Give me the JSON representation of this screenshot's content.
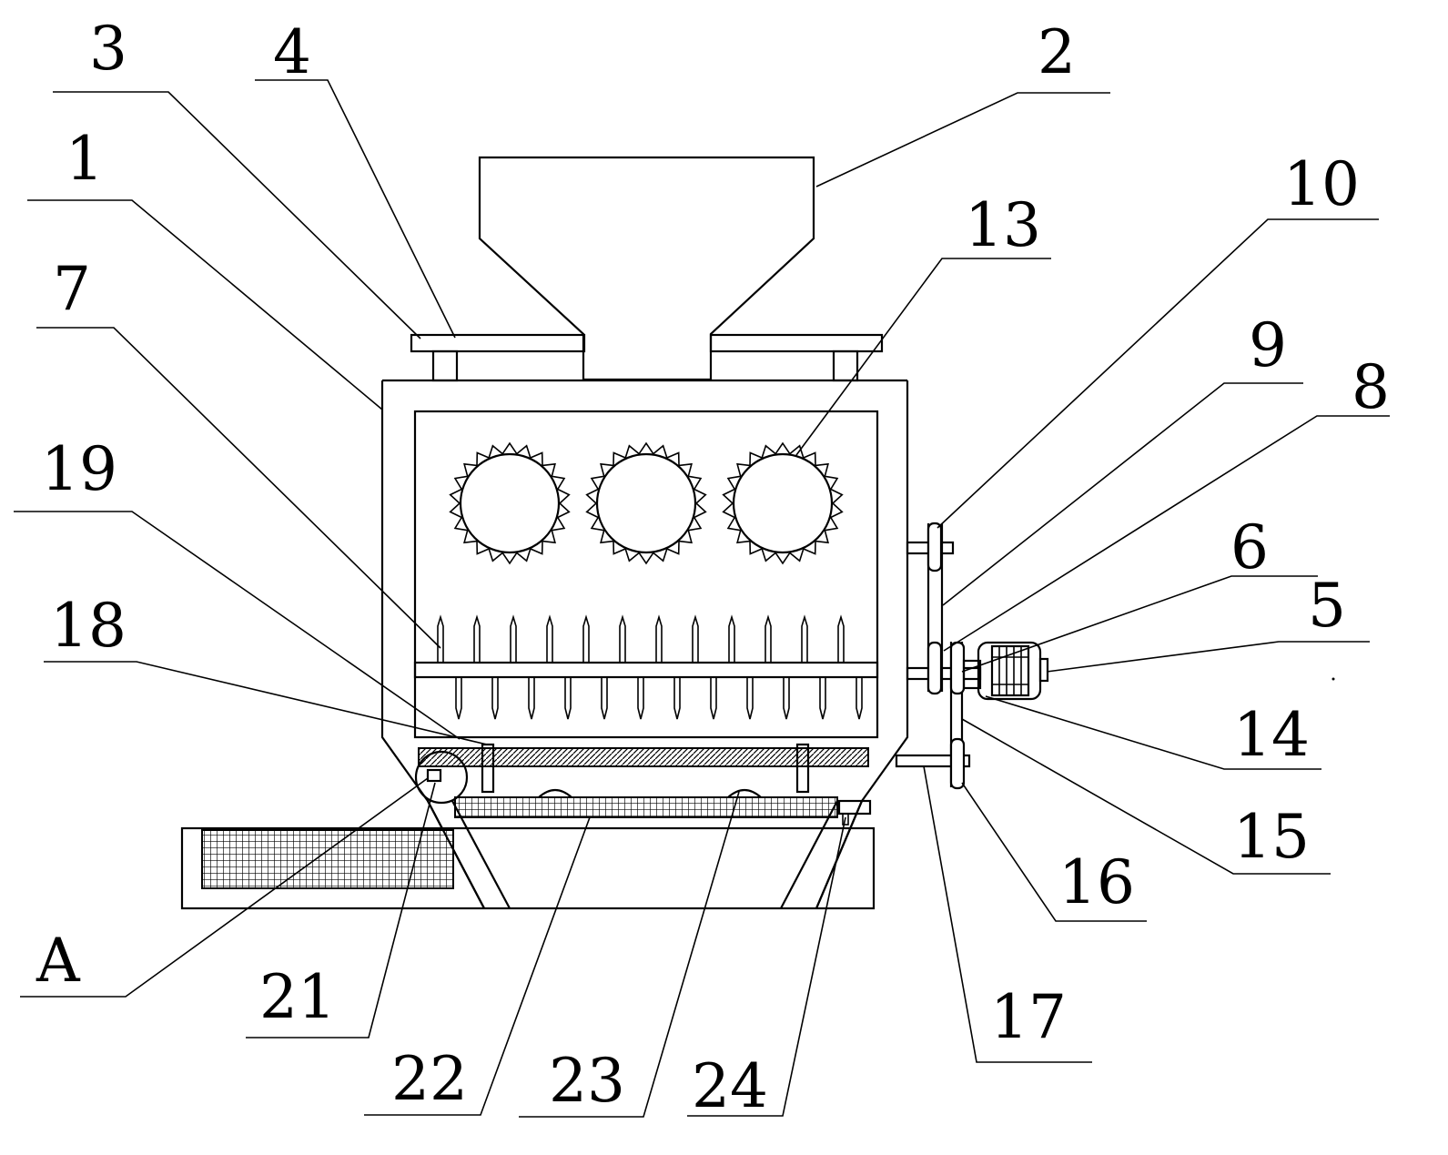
{
  "labels": [
    {
      "id": "2",
      "text": "2"
    },
    {
      "id": "3",
      "text": "3"
    },
    {
      "id": "4",
      "text": "4"
    },
    {
      "id": "1",
      "text": "1"
    },
    {
      "id": "7",
      "text": "7"
    },
    {
      "id": "19",
      "text": "19"
    },
    {
      "id": "18",
      "text": "18"
    },
    {
      "id": "13",
      "text": "13"
    },
    {
      "id": "10",
      "text": "10"
    },
    {
      "id": "9",
      "text": "9"
    },
    {
      "id": "8",
      "text": "8"
    },
    {
      "id": "6",
      "text": "6"
    },
    {
      "id": "5",
      "text": "5"
    },
    {
      "id": "14",
      "text": "14"
    },
    {
      "id": "15",
      "text": "15"
    },
    {
      "id": "16",
      "text": "16"
    },
    {
      "id": "17",
      "text": "17"
    },
    {
      "id": "A",
      "text": "A"
    },
    {
      "id": "21",
      "text": "21"
    },
    {
      "id": "22",
      "text": "22"
    },
    {
      "id": "23",
      "text": "23"
    },
    {
      "id": "24",
      "text": "24"
    }
  ]
}
